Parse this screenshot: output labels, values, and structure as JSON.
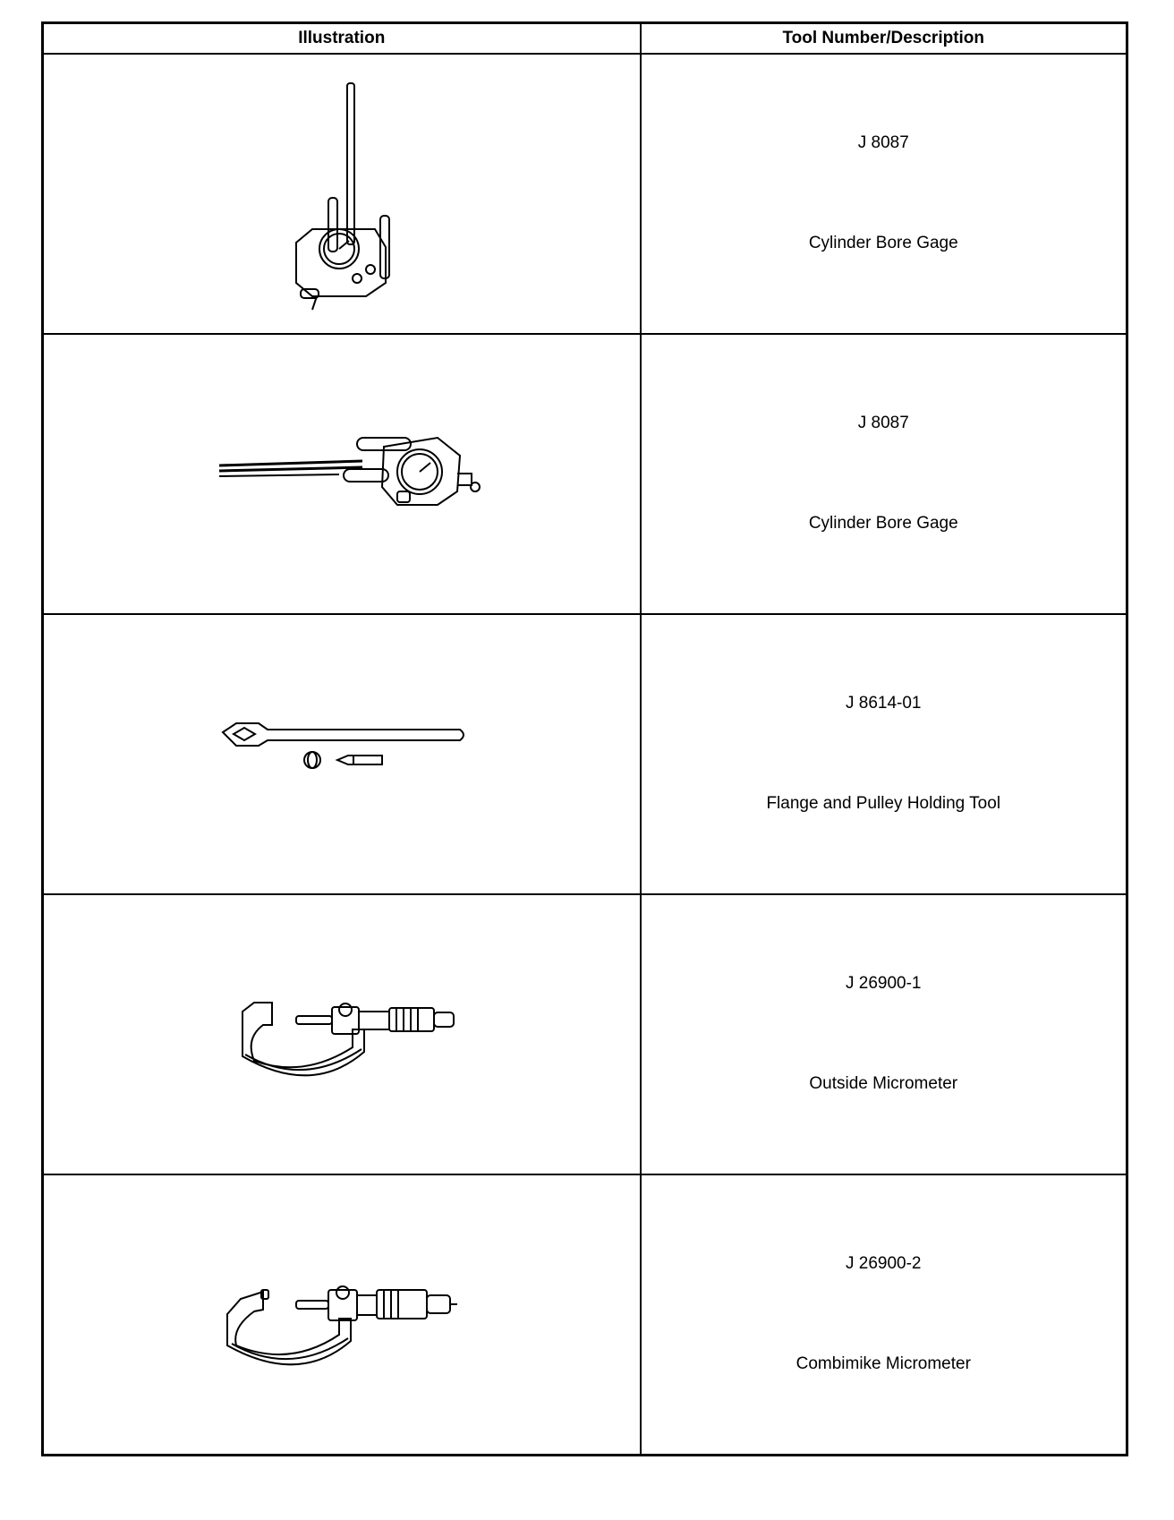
{
  "table": {
    "headers": [
      "Illustration",
      "Tool Number/Description"
    ],
    "rows": [
      {
        "tool_number": "J 8087",
        "description": "Cylinder Bore Gage",
        "icon": "cylinder-bore-gage-vertical-icon"
      },
      {
        "tool_number": "J 8087",
        "description": "Cylinder Bore Gage",
        "icon": "cylinder-bore-gage-horizontal-icon"
      },
      {
        "tool_number": "J 8614-01",
        "description": "Flange and Pulley Holding Tool",
        "icon": "flange-pulley-holding-tool-icon"
      },
      {
        "tool_number": "J 26900-1",
        "description": "Outside Micrometer",
        "icon": "outside-micrometer-icon"
      },
      {
        "tool_number": "J 26900-2",
        "description": "Combimike Micrometer",
        "icon": "combimike-micrometer-icon"
      }
    ]
  }
}
